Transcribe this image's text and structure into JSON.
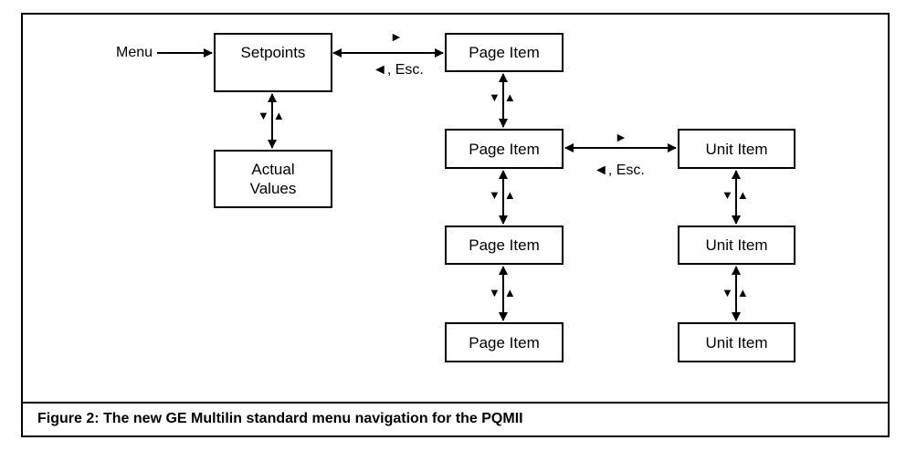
{
  "diagram": {
    "menu_label": "Menu",
    "setpoints": "Setpoints",
    "actual_values": [
      "Actual",
      "Values"
    ],
    "page_items": [
      "Page Item",
      "Page Item",
      "Page Item",
      "Page Item"
    ],
    "unit_items": [
      "Unit Item",
      "Unit Item",
      "Unit Item"
    ],
    "right_arrow_glyph": "►",
    "left_esc_label": "◄, Esc.",
    "updown_glyph": "▼▲"
  },
  "caption": "Figure 2: The new GE Multilin standard menu navigation for the PQMII"
}
